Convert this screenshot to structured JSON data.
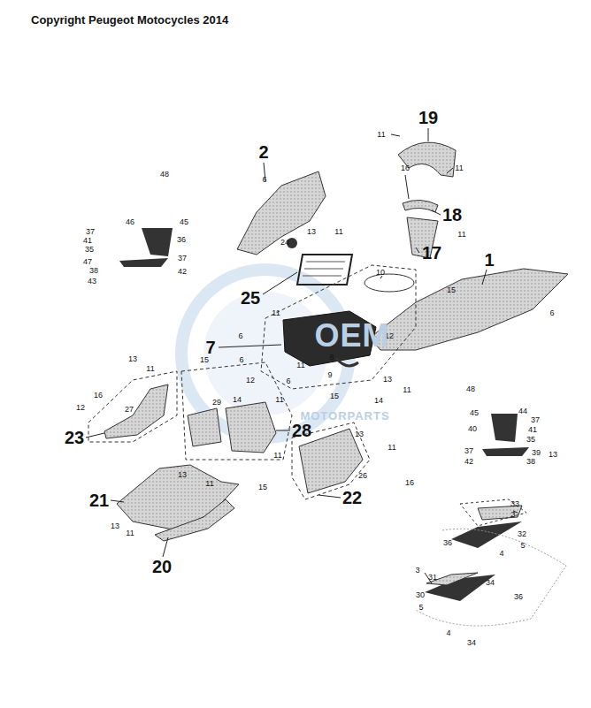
{
  "diagram": {
    "labels": [
      "Copyright Peugeot Motocycles 2014",
      "19",
      "2",
      "18",
      "17",
      "1",
      "25",
      "7",
      "23",
      "28",
      "21",
      "22",
      "20",
      "11",
      "11",
      "16",
      "11",
      "6",
      "48",
      "37",
      "46",
      "45",
      "41",
      "36",
      "35",
      "47",
      "37",
      "38",
      "42",
      "43",
      "24",
      "13",
      "11",
      "10",
      "15",
      "6",
      "11",
      "12",
      "6",
      "6",
      "12",
      "6",
      "14",
      "11",
      "14",
      "15",
      "13",
      "11",
      "8",
      "9",
      "11",
      "13",
      "11",
      "15",
      "16",
      "12",
      "27",
      "29",
      "48",
      "45",
      "44",
      "37",
      "40",
      "41",
      "35",
      "37",
      "39",
      "13",
      "42",
      "38",
      "13",
      "11",
      "11",
      "26",
      "15",
      "16",
      "13",
      "11",
      "13",
      "11",
      "33",
      "3",
      "32",
      "5",
      "36",
      "4",
      "3",
      "31",
      "34",
      "30",
      "5",
      "36",
      "4",
      "34",
      "OEM",
      "MOTORPARTS"
    ]
  }
}
